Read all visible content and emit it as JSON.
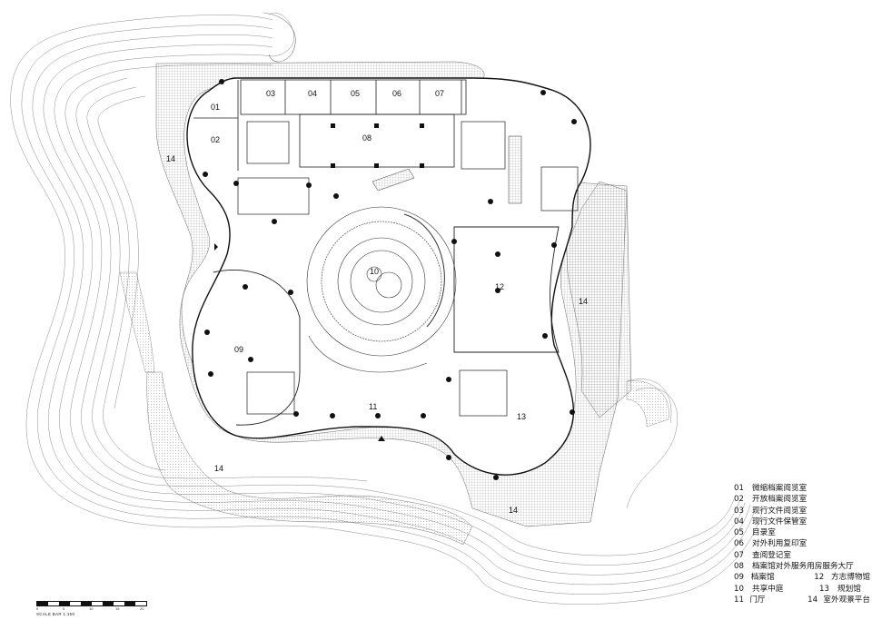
{
  "plan": {
    "room_tags": [
      "01",
      "02",
      "03",
      "04",
      "05",
      "06",
      "07",
      "08",
      "09",
      "10",
      "11",
      "12",
      "13",
      "14",
      "14",
      "14",
      "14"
    ]
  },
  "legend": {
    "items": [
      {
        "num": "01",
        "text": "微缩档案阅览室"
      },
      {
        "num": "02",
        "text": "开放档案阅览室"
      },
      {
        "num": "03",
        "text": "现行文件阅览室"
      },
      {
        "num": "04",
        "text": "现行文件保管室"
      },
      {
        "num": "05",
        "text": "目录室"
      },
      {
        "num": "06",
        "text": "对外利用复印室"
      },
      {
        "num": "07",
        "text": "查阅登记室"
      },
      {
        "num": "08",
        "text": "档案馆对外服务用房服务大厅"
      }
    ],
    "pairs": [
      [
        {
          "num": "09",
          "text": "档案馆"
        },
        {
          "num": "12",
          "text": "方志博物馆"
        }
      ],
      [
        {
          "num": "10",
          "text": "共享中庭"
        },
        {
          "num": "13",
          "text": "规划馆"
        }
      ],
      [
        {
          "num": "11",
          "text": "门厅"
        },
        {
          "num": "14",
          "text": "室外观景平台"
        }
      ]
    ]
  },
  "scalebar": {
    "ticks": [
      "0",
      "5",
      "10",
      "15",
      "20"
    ],
    "caption": "SCALE BAR 1:150"
  }
}
